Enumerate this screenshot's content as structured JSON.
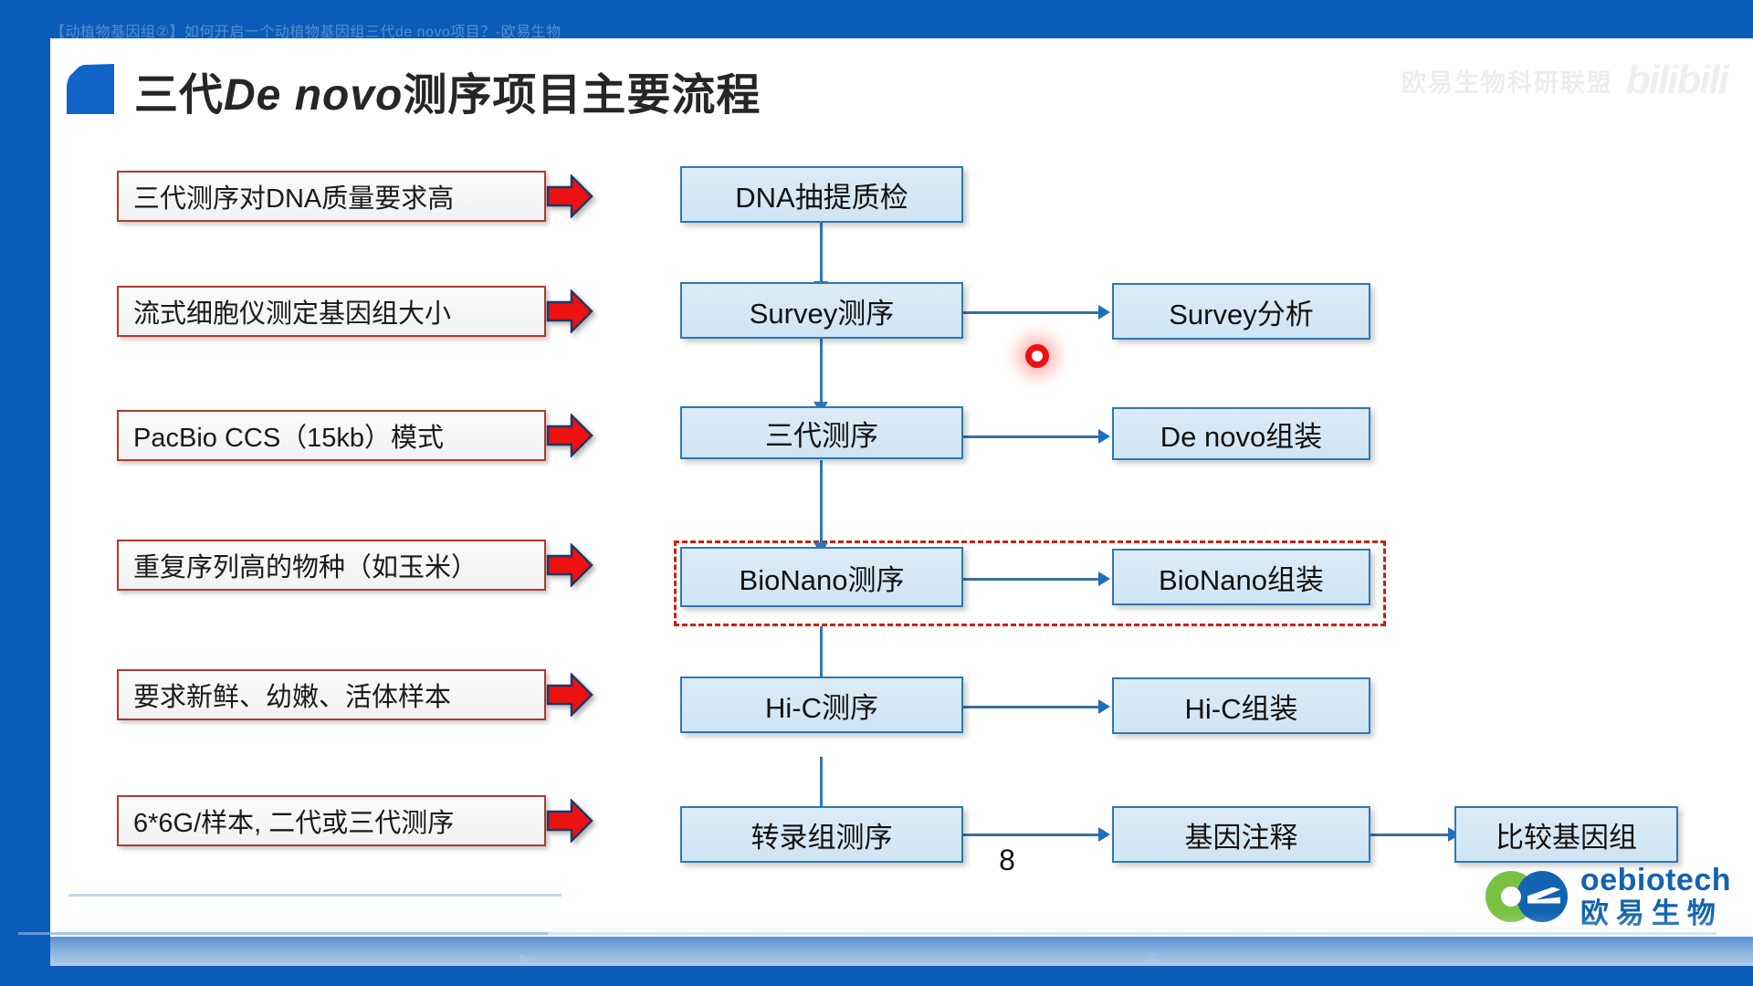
{
  "player": {
    "video_title": "【动植物基因组②】如何开启一个动植物基因组三代de novo项目？-欧易生物",
    "background_color": "#0a5cb8"
  },
  "slide": {
    "title_prefix": "三代",
    "title_italic": "De novo",
    "title_suffix": "测序项目主要流程",
    "page_number": "8",
    "watermark_text": "欧易生物科研联盟",
    "watermark_brand": "bilibili",
    "accent_blue": "#1264c8",
    "box_blue_border": "#2e77b8",
    "box_blue_fill": "#dcebf7",
    "note_border": "#b03a2e",
    "arrow_red": "#ee1111",
    "highlight_dashed": "#cc2200"
  },
  "notes": [
    {
      "id": "note-dna-quality",
      "label": "三代测序对DNA质量要求高"
    },
    {
      "id": "note-genome-size",
      "label": "流式细胞仪测定基因组大小"
    },
    {
      "id": "note-pacbio-ccs",
      "label": "PacBio CCS（15kb）模式"
    },
    {
      "id": "note-repeat-species",
      "label": "重复序列高的物种（如玉米）"
    },
    {
      "id": "note-fresh-sample",
      "label": "要求新鲜、幼嫩、活体样本"
    },
    {
      "id": "note-transcriptome",
      "label": "6*6G/样本, 二代或三代测序"
    }
  ],
  "flow_main": [
    {
      "id": "flow-dna-extraction",
      "label": "DNA抽提质检"
    },
    {
      "id": "flow-survey-seq",
      "label": "Survey测序"
    },
    {
      "id": "flow-tgs-seq",
      "label": "三代测序"
    },
    {
      "id": "flow-bionano-seq",
      "label": "BioNano测序"
    },
    {
      "id": "flow-hic-seq",
      "label": "Hi-C测序"
    },
    {
      "id": "flow-rna-seq",
      "label": "转录组测序"
    }
  ],
  "flow_right": [
    {
      "id": "flow-survey-analysis",
      "label": "Survey分析"
    },
    {
      "id": "flow-denovo-assembly",
      "label": "De novo组装"
    },
    {
      "id": "flow-bionano-assembly",
      "label": "BioNano组装"
    },
    {
      "id": "flow-hic-assembly",
      "label": "Hi-C组装"
    },
    {
      "id": "flow-gene-annotation",
      "label": "基因注释"
    }
  ],
  "flow_far_right": [
    {
      "id": "flow-comparative-genomics",
      "label": "比较基因组"
    }
  ],
  "footer": {
    "logo_en": "oebiotech",
    "logo_cn": "欧易生物"
  }
}
